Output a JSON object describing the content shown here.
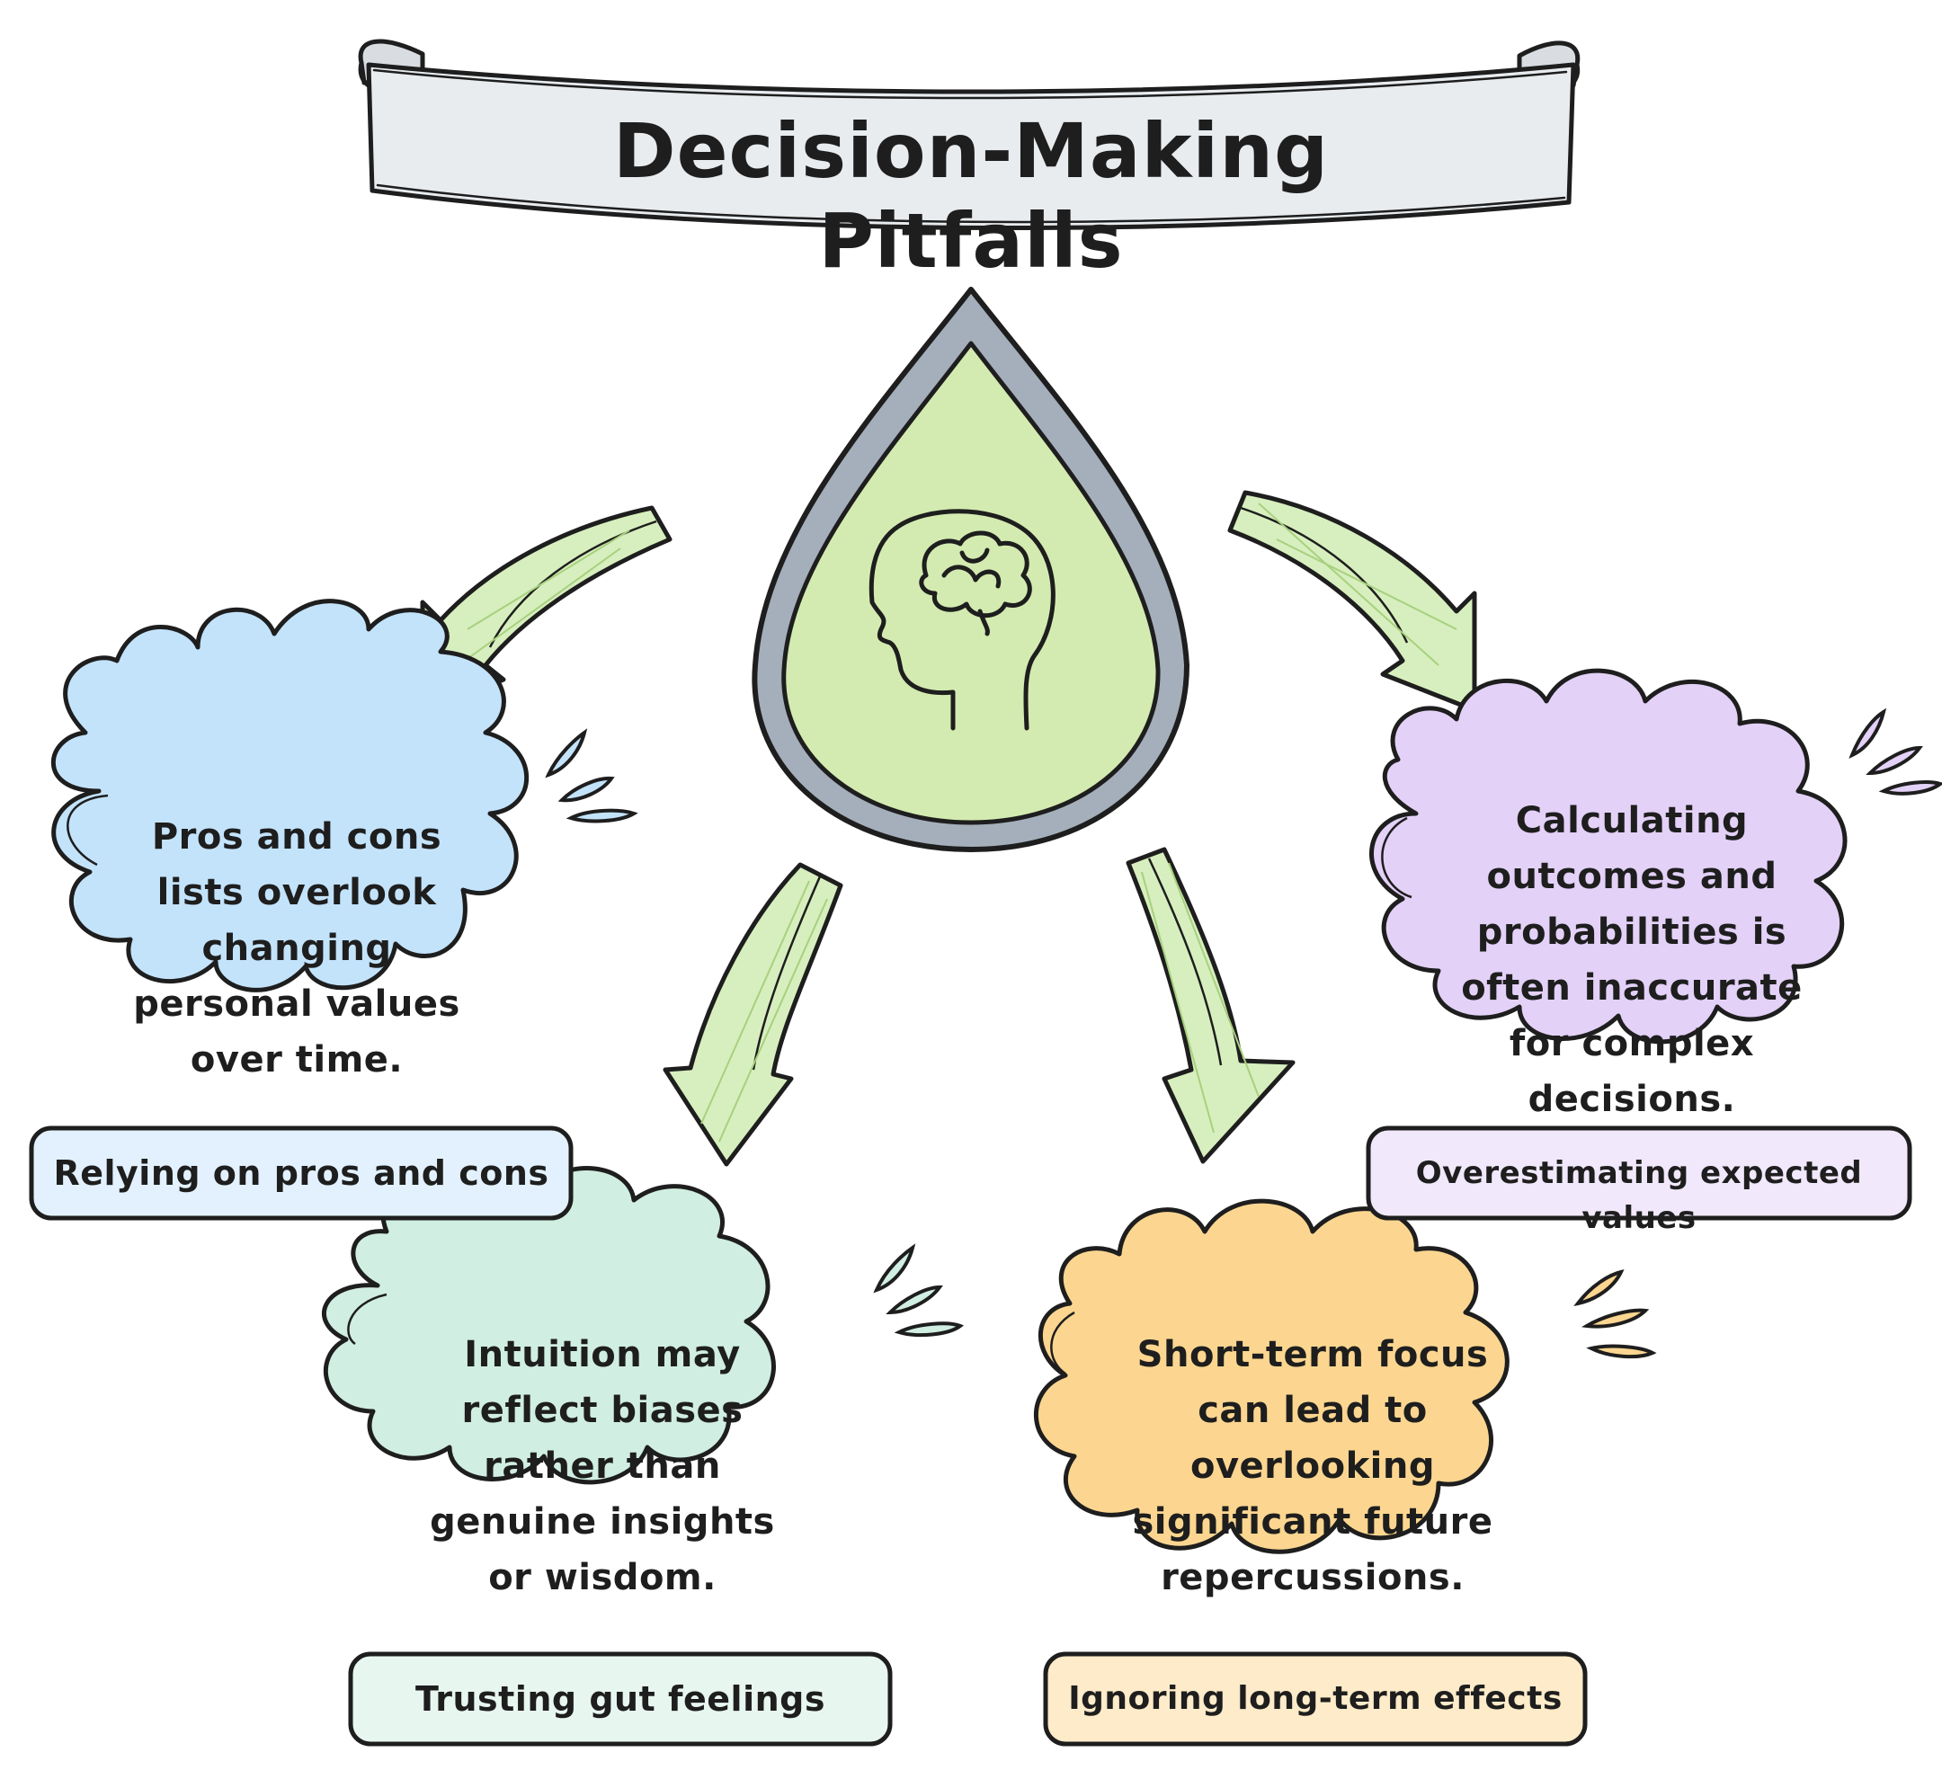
{
  "title": "Decision-Making Pitfalls",
  "center": {
    "icon": "head-with-brain-icon"
  },
  "pitfalls": [
    {
      "label": "Relying on pros and cons",
      "description": "Pros and cons lists overlook changing personal values over time.",
      "color": "#c3e3fb",
      "label_color": "#e2f1fd"
    },
    {
      "label": "Overestimating expected values",
      "description": "Calculating outcomes and probabilities is often inaccurate for complex decisions.",
      "color": "#e3d1f7",
      "label_color": "#f1e8fb"
    },
    {
      "label": "Trusting gut feelings",
      "description": "Intuition may reflect biases rather than genuine insights or wisdom.",
      "color": "#d0eee1",
      "label_color": "#e8f6f0"
    },
    {
      "label": "Ignoring long-term effects",
      "description": "Short-term focus can lead to overlooking significant future repercussions.",
      "color": "#fcd690",
      "label_color": "#fdebc9"
    }
  ],
  "colors": {
    "drop_fill": "#d3ebb0",
    "drop_rim": "#a4afbb",
    "arrow_fill": "#d7efbe",
    "banner_fill": "#e9ecef",
    "stroke": "#1e1e1e"
  }
}
